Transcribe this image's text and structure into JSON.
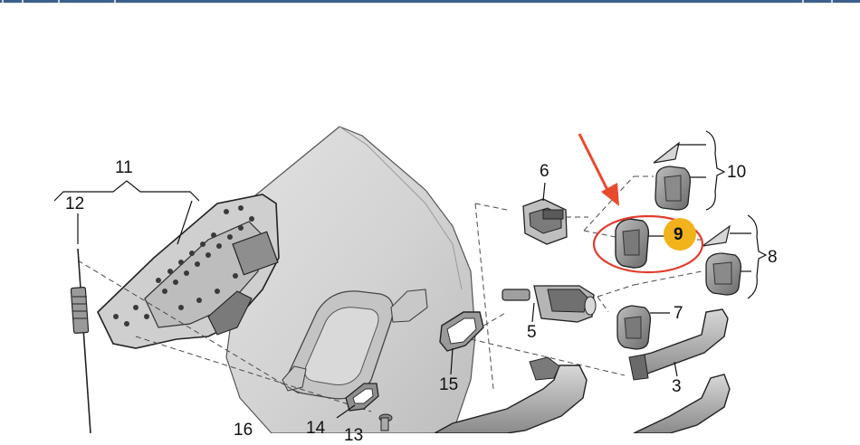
{
  "diagram": {
    "callouts": [
      {
        "id": "11",
        "text": "11"
      },
      {
        "id": "12",
        "text": "12"
      },
      {
        "id": "6",
        "text": "6"
      },
      {
        "id": "10",
        "text": "10"
      },
      {
        "id": "9",
        "text": "9"
      },
      {
        "id": "8",
        "text": "8"
      },
      {
        "id": "7",
        "text": "7"
      },
      {
        "id": "5",
        "text": "5"
      },
      {
        "id": "15",
        "text": "15"
      },
      {
        "id": "3",
        "text": "3"
      },
      {
        "id": "16",
        "text": "16"
      },
      {
        "id": "14",
        "text": "14"
      },
      {
        "id": "13",
        "text": "13"
      }
    ],
    "highlighted_part": "9",
    "colors": {
      "highlight_circle": "#f2b21b",
      "highlight_ring": "#e23b2e",
      "arrow": "#e84a2c",
      "door_panel": "#d4d4d4",
      "part_fill": "#c9c9c9",
      "part_dark": "#5a5a5a",
      "line": "#111111",
      "dashed_leader": "#4a4a4a"
    }
  }
}
